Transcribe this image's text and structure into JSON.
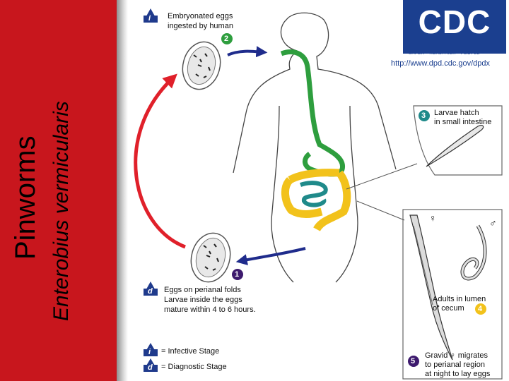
{
  "title": "Pinworms",
  "subtitle": "Enterobius vermicularis",
  "cdc": {
    "logo": "CDC",
    "tagline": "SAFER · HEALTHIER · PEOPLE™",
    "url": "http://www.dpd.cdc.gov/dpdx"
  },
  "steps": [
    {
      "number": "1",
      "color": "#3d1a6e",
      "lines": []
    },
    {
      "number": "2",
      "color": "#2e9e3e",
      "lines": [
        "Embryonated eggs",
        "ingested by human"
      ]
    },
    {
      "number": "3",
      "color": "#1f8a8a",
      "lines": [
        "Larvae hatch",
        "in small intestine"
      ]
    },
    {
      "number": "4",
      "color": "#f2c21b",
      "lines": [
        "Adults in lumen",
        "of cecum"
      ]
    },
    {
      "number": "5",
      "color": "#3d1a6e",
      "lines": [
        "Gravid ♀ migrates",
        "to perianal region",
        "at night to lay eggs"
      ]
    }
  ],
  "perianal": {
    "lines": [
      "Eggs on perianal folds",
      "Larvae inside the eggs",
      "mature within 4 to 6 hours."
    ]
  },
  "sex_symbols": {
    "female": "♀",
    "male": "♂"
  },
  "legend": [
    {
      "letter": "i",
      "text": "= Infective Stage"
    },
    {
      "letter": "d",
      "text": "= Diagnostic Stage"
    }
  ],
  "colors": {
    "sidebar": "#c8161d",
    "arrow_blue": "#1f2c8c",
    "arrow_red": "#e0202a",
    "stage_icon": "#1f3a8c"
  }
}
